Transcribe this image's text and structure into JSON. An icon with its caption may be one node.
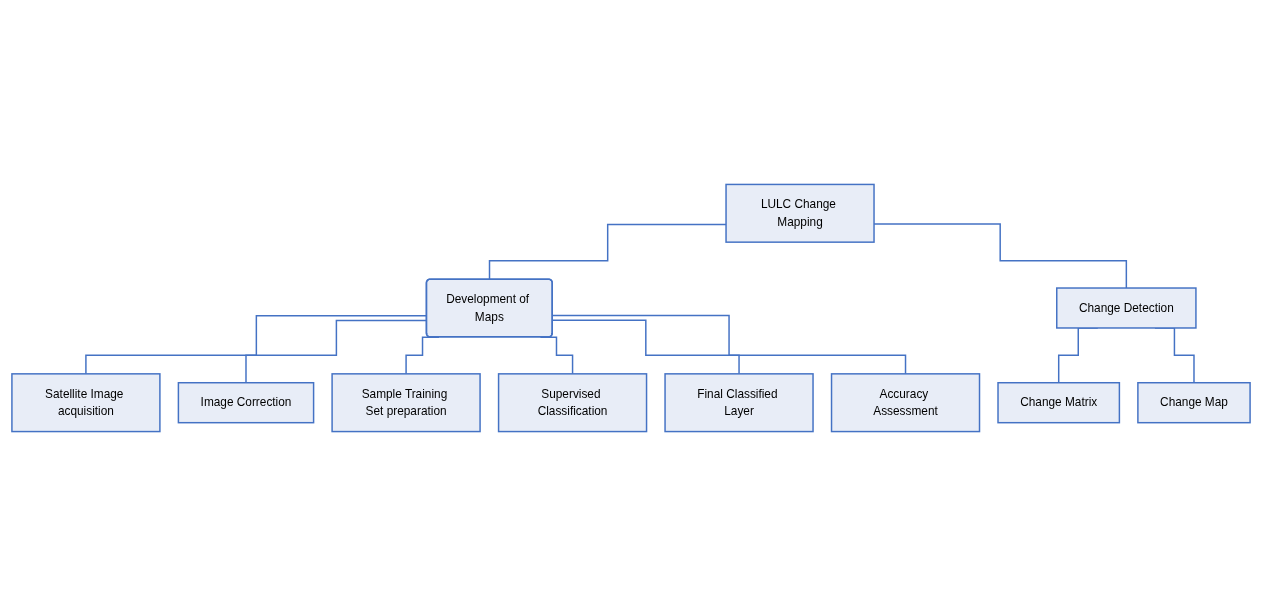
{
  "diagram": {
    "nodes": [
      {
        "text": [
          "LULC Change Mapping"
        ]
      },
      {
        "text": [
          "Development of Maps"
        ]
      },
      {
        "text": [
          "Change Detection"
        ]
      },
      {
        "text": [
          "Change Matrix"
        ]
      },
      {
        "text": [
          "Change Map"
        ]
      },
      {
        "text": [
          "Satellite Image acquisition"
        ]
      },
      {
        "text": [
          "Image Correction"
        ]
      },
      {
        "text": [
          "Sample Training Set preparation"
        ]
      },
      {
        "text": [
          "Supervised Classification"
        ]
      },
      {
        "text": [
          "Final Classified Layer"
        ]
      },
      {
        "text": [
          "Accuracy Assessment"
        ]
      }
    ],
    "edges": [
      {
        "from": 0,
        "to": 1,
        "arrow": "none"
      },
      {
        "from": 0,
        "to": 2,
        "arrow": "none"
      },
      {
        "from": 2,
        "to": 3,
        "arrow": "none"
      },
      {
        "from": 2,
        "to": 4,
        "arrow": "none"
      },
      {
        "from": 1,
        "to": 5,
        "arrow": "none"
      },
      {
        "from": 1,
        "to": 6,
        "arrow": "none"
      },
      {
        "from": 1,
        "to": 7,
        "arrow": "none"
      },
      {
        "from": 1,
        "to": 8,
        "arrow": "none"
      },
      {
        "from": 1,
        "to": 9,
        "arrow": "none"
      },
      {
        "from": 1,
        "to": 10,
        "arrow": "none"
      }
    ]
  }
}
